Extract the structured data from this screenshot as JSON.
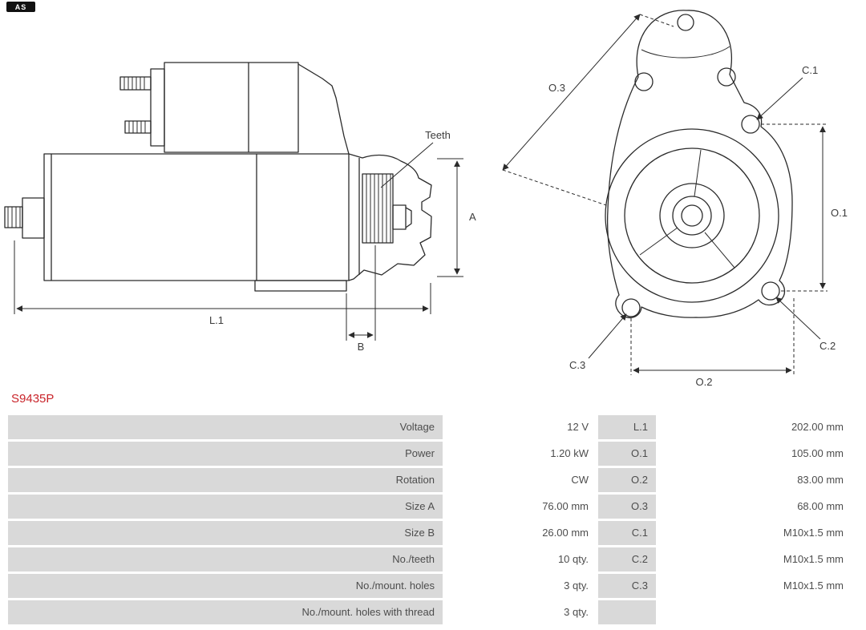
{
  "brand": {
    "logo_text": "AS"
  },
  "part_number": "S9435P",
  "colors": {
    "accent_red": "#c9242a",
    "table_gray": "#d9d9d9",
    "line": "#2b2b2b"
  },
  "diagram": {
    "labels": {
      "teeth": "Teeth",
      "a": "A",
      "b": "B",
      "l1": "L.1",
      "o1": "O.1",
      "o2": "O.2",
      "o3": "O.3",
      "c1": "C.1",
      "c2": "C.2",
      "c3": "C.3"
    }
  },
  "spec_table": {
    "rows": [
      {
        "label": "Voltage",
        "value": "12 V",
        "dim_label": "L.1",
        "dim_value": "202.00 mm"
      },
      {
        "label": "Power",
        "value": "1.20 kW",
        "dim_label": "O.1",
        "dim_value": "105.00 mm"
      },
      {
        "label": "Rotation",
        "value": "CW",
        "dim_label": "O.2",
        "dim_value": "83.00 mm"
      },
      {
        "label": "Size A",
        "value": "76.00 mm",
        "dim_label": "O.3",
        "dim_value": "68.00 mm"
      },
      {
        "label": "Size B",
        "value": "26.00 mm",
        "dim_label": "C.1",
        "dim_value": "M10x1.5 mm"
      },
      {
        "label": "No./teeth",
        "value": "10 qty.",
        "dim_label": "C.2",
        "dim_value": "M10x1.5 mm"
      },
      {
        "label": "No./mount. holes",
        "value": "3 qty.",
        "dim_label": "C.3",
        "dim_value": "M10x1.5 mm"
      },
      {
        "label": "No./mount. holes with thread",
        "value": "3 qty.",
        "dim_label": "",
        "dim_value": ""
      }
    ]
  }
}
